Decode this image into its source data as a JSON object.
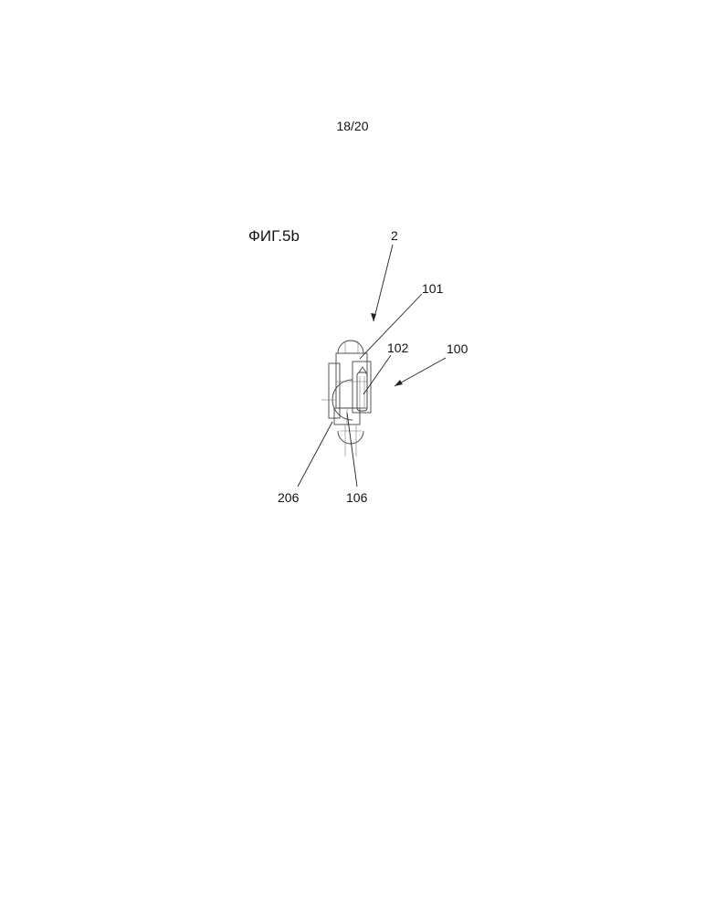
{
  "page": {
    "number": "18/20"
  },
  "figure": {
    "title": "ФИГ.5b",
    "labels": {
      "assembly": "2",
      "part_101": "101",
      "part_102": "102",
      "part_100": "100",
      "part_206": "206",
      "part_106": "106"
    }
  }
}
